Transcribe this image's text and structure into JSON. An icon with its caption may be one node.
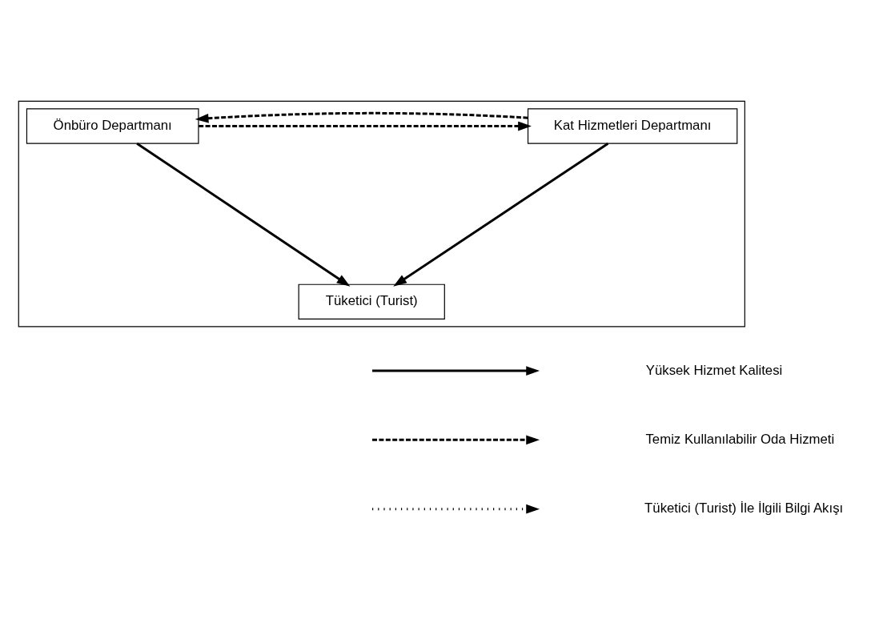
{
  "diagram": {
    "nodes": [
      {
        "text": [],
        "shape": "box"
      },
      {
        "text": [
          "Önbüro Departmanı"
        ],
        "in": 0
      },
      {
        "text": [
          "Kat Hizmetleri Departmanı"
        ],
        "in": 0
      },
      {
        "text": [
          "Tüketici (Turist)"
        ],
        "in": 0
      }
    ],
    "edges": [
      {
        "from": 1,
        "to": 2,
        "arrow": "to",
        "style": "dashed"
      },
      {
        "from": 2,
        "to": 1,
        "arrow": "to",
        "style": "dashed"
      },
      {
        "from": 1,
        "to": 3,
        "arrow": "to"
      },
      {
        "from": 2,
        "to": 3,
        "arrow": "to"
      }
    ],
    "legend": [
      {
        "text": "Yüksek Hizmet Kalitesi"
      },
      {
        "text": "Temiz Kullanılabilir Oda Hizmeti"
      },
      {
        "text": "Tüketici (Turist) İle İlgili Bilgi Akışı"
      }
    ]
  }
}
